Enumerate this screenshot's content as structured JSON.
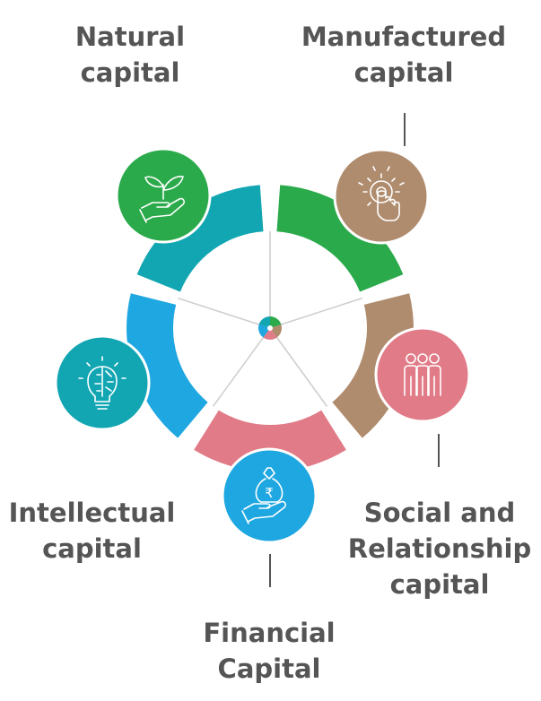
{
  "segments": [
    {
      "id": "natural",
      "lines": [
        "Natural",
        "capital"
      ],
      "color": "#2aaa4a",
      "icon": "plant-in-hand-icon"
    },
    {
      "id": "manufactured",
      "lines": [
        "Manufactured",
        "capital"
      ],
      "color": "#b08c6e",
      "icon": "gear-touch-icon"
    },
    {
      "id": "social",
      "lines": [
        "Social and",
        "Relationship",
        "capital"
      ],
      "color": "#e07b87",
      "icon": "people-group-icon"
    },
    {
      "id": "financial",
      "lines": [
        "Financial",
        "Capital"
      ],
      "color": "#1ea7e1",
      "icon": "money-bag-hand-icon"
    },
    {
      "id": "intellectual",
      "lines": [
        "Intellectual",
        "capital"
      ],
      "color": "#12a6b3",
      "icon": "idea-bulb-icon"
    }
  ],
  "currency_symbol": "₹",
  "colors": {
    "spoke": "#cfcfcf",
    "leader": "#555555",
    "label": "#555555"
  }
}
